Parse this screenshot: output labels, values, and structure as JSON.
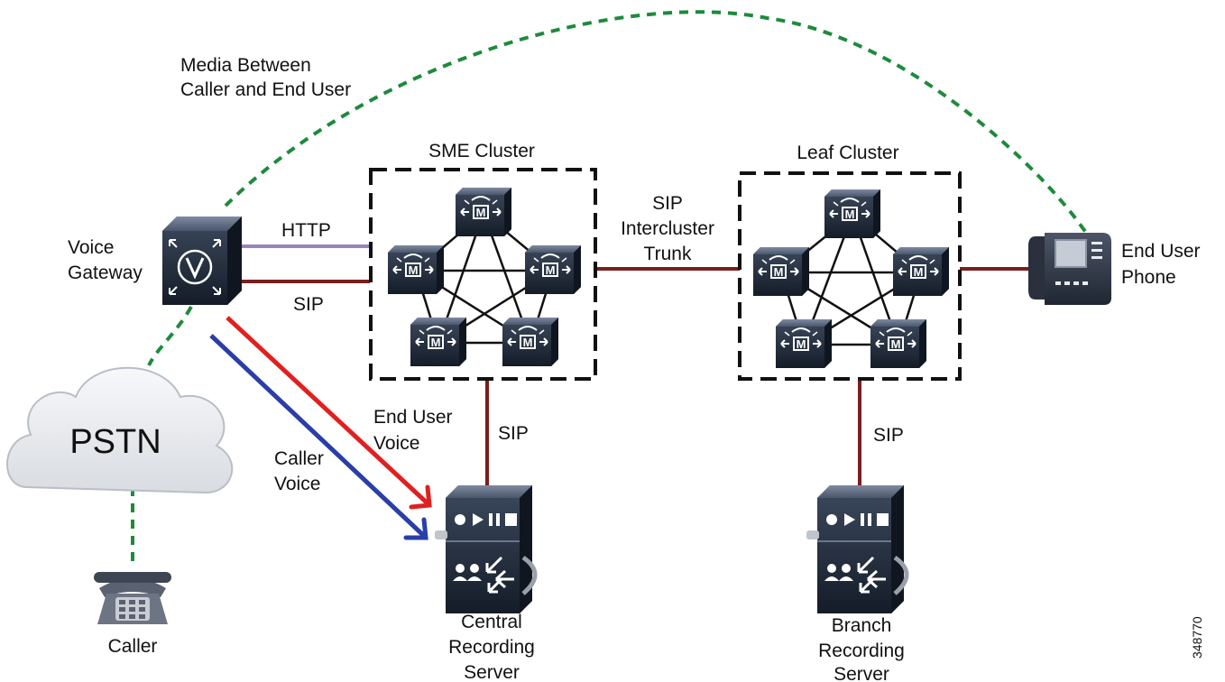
{
  "labels": {
    "media_line1": "Media Between",
    "media_line2": "Caller and End User",
    "voice_gateway_line1": "Voice",
    "voice_gateway_line2": "Gateway",
    "http": "HTTP",
    "sip_gateway": "SIP",
    "sme_cluster": "SME Cluster",
    "leaf_cluster": "Leaf Cluster",
    "trunk_line1": "SIP",
    "trunk_line2": "Intercluster",
    "trunk_line3": "Trunk",
    "end_user_phone_line1": "End User",
    "end_user_phone_line2": "Phone",
    "pstn": "PSTN",
    "end_user_voice_line1": "End User",
    "end_user_voice_line2": "Voice",
    "caller_voice_line1": "Caller",
    "caller_voice_line2": "Voice",
    "sip_central": "SIP",
    "sip_branch": "SIP",
    "caller": "Caller",
    "central_line1": "Central",
    "central_line2": "Recording",
    "central_line3": "Server",
    "branch_line1": "Branch",
    "branch_line2": "Recording",
    "branch_line3": "Server",
    "figure_id": "348770"
  },
  "icons": {
    "cluster_node": "call-manager-m",
    "gateway": "voice-gateway-v"
  },
  "colors": {
    "media_dashed": "#1e8a3c",
    "signal_line": "#7a1e1e",
    "http_line": "#9b84b8",
    "end_user_voice_arrow": "#e02020",
    "caller_voice_arrow": "#2a3ea8",
    "device_dark": "#1a2433",
    "cloud_fill": "#e9ebee"
  }
}
